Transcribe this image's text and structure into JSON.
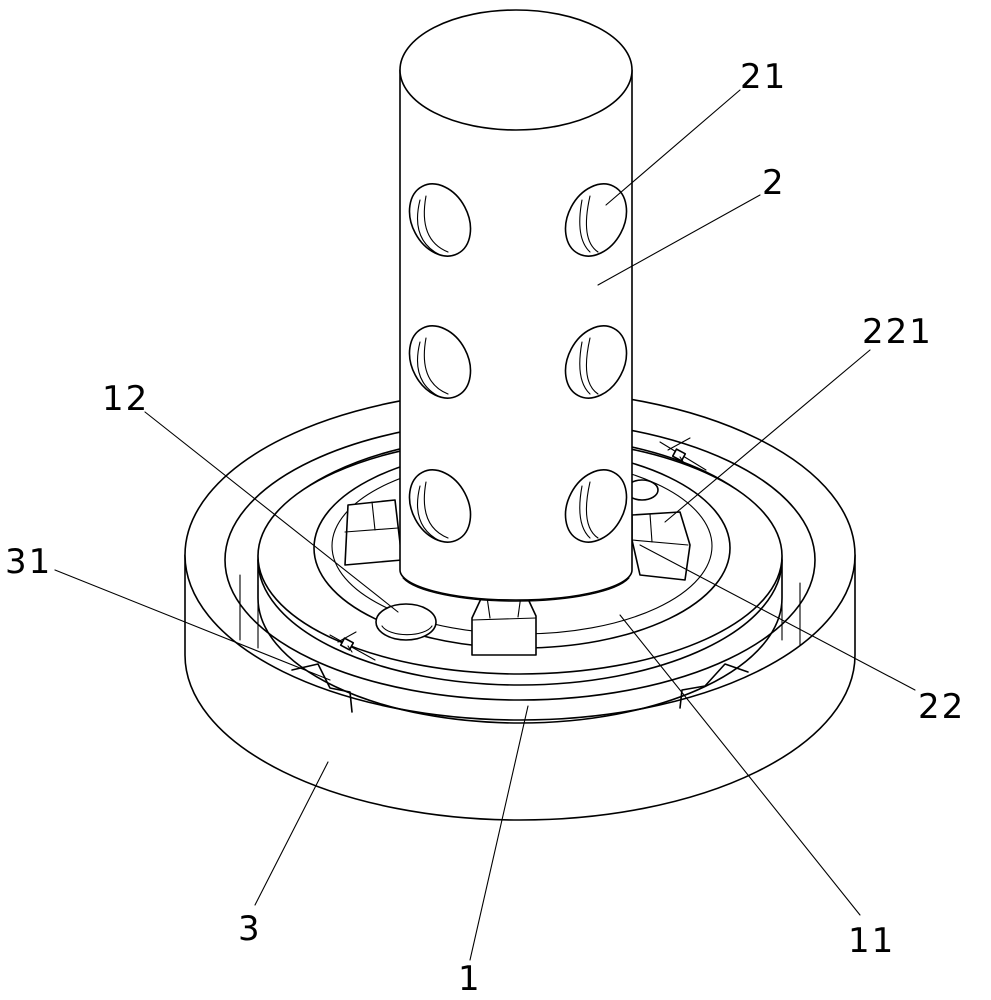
{
  "figure": {
    "labels": {
      "l21": "21",
      "l2": "2",
      "l221": "221",
      "l12": "12",
      "l31": "31",
      "l22": "22",
      "l3": "3",
      "l1": "1",
      "l11": "11"
    }
  }
}
